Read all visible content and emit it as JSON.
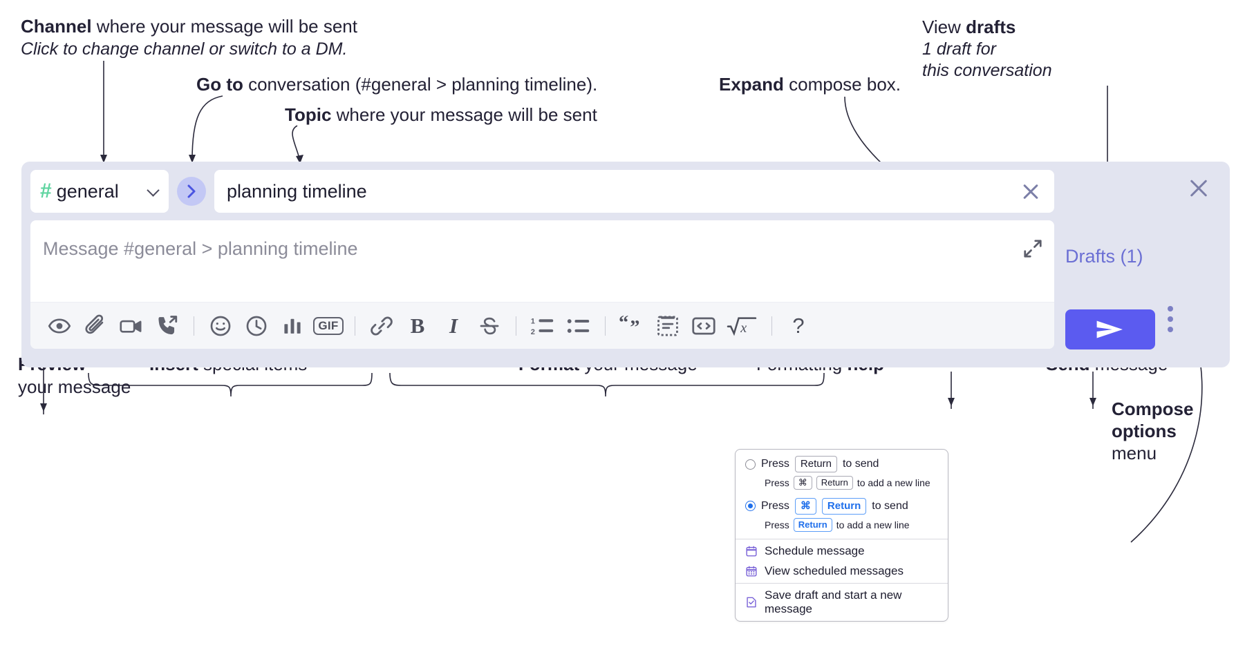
{
  "annotations": {
    "channel": {
      "bold": "Channel",
      "rest": " where your message will be sent",
      "sub": "Click to change channel or switch to a DM."
    },
    "goto": {
      "bold": "Go to",
      "rest": " conversation (#general > planning timeline)."
    },
    "topic": {
      "bold": "Topic",
      "rest": " where your message will be sent"
    },
    "expand": {
      "bold": "Expand",
      "rest": " compose box."
    },
    "drafts": {
      "pre": "View ",
      "bold": "drafts",
      "sub1": "1 draft for",
      "sub2": "this conversation"
    },
    "preview": {
      "bold": "Preview",
      "line2": "your message"
    },
    "insert": {
      "bold": "Insert",
      "rest": " special items"
    },
    "format": {
      "bold": "Format",
      "rest": " your message"
    },
    "formatting_help": {
      "pre": "Formatting ",
      "bold": "help"
    },
    "send": {
      "bold": "Send",
      "rest": " message"
    },
    "compose_options": {
      "bold1": "Compose",
      "bold2": "options",
      "rest": "menu"
    }
  },
  "compose": {
    "channel_name": "general",
    "channel_hash": "#",
    "goto_icon": "chevron-right-icon",
    "topic_value": "planning timeline",
    "message_placeholder": "Message #general > planning timeline",
    "drafts_label": "Drafts (1)",
    "send_icon": "paper-plane-icon",
    "toolbar": [
      {
        "name": "preview-icon",
        "label": "Preview"
      },
      {
        "name": "attachment-icon",
        "label": "Attach file"
      },
      {
        "name": "video-camera-icon",
        "label": "Record video clip"
      },
      {
        "name": "phone-forward-icon",
        "label": "Record audio clip"
      },
      {
        "name": "separator",
        "label": ""
      },
      {
        "name": "emoji-icon",
        "label": "Emoji"
      },
      {
        "name": "clock-icon",
        "label": "Reminder"
      },
      {
        "name": "bar-chart-icon",
        "label": "Poll"
      },
      {
        "name": "gif-icon",
        "label": "GIF"
      },
      {
        "name": "separator",
        "label": ""
      },
      {
        "name": "link-icon",
        "label": "Link"
      },
      {
        "name": "bold-icon",
        "label": "B"
      },
      {
        "name": "italic-icon",
        "label": "I"
      },
      {
        "name": "strikethrough-icon",
        "label": "S"
      },
      {
        "name": "separator",
        "label": ""
      },
      {
        "name": "ordered-list-icon",
        "label": "Ordered list"
      },
      {
        "name": "bulleted-list-icon",
        "label": "Bulleted list"
      },
      {
        "name": "separator",
        "label": ""
      },
      {
        "name": "blockquote-icon",
        "label": "Blockquote"
      },
      {
        "name": "code-block-icon",
        "label": "Code block"
      },
      {
        "name": "inline-code-icon",
        "label": "Code"
      },
      {
        "name": "math-icon",
        "label": "Math"
      },
      {
        "name": "separator",
        "label": ""
      },
      {
        "name": "help-icon",
        "label": "?"
      }
    ]
  },
  "options_menu": {
    "option1": {
      "pre": "Press",
      "key": "Return",
      "post": "to send",
      "sub_pre": "Press",
      "sub_key1": "⌘",
      "sub_key2": "Return",
      "sub_post": "to add a new line",
      "selected": false
    },
    "option2": {
      "pre": "Press",
      "key1": "⌘",
      "key2": "Return",
      "post": "to send",
      "sub_pre": "Press",
      "sub_key": "Return",
      "sub_post": "to add a new line",
      "selected": true
    },
    "items": [
      {
        "icon": "calendar-icon",
        "label": "Schedule message"
      },
      {
        "icon": "calendar-grid-icon",
        "label": "View scheduled messages"
      },
      {
        "icon": "save-draft-icon",
        "label": "Save draft and start a new message"
      }
    ]
  },
  "colors": {
    "panel_bg": "#e2e4f0",
    "accent_purple": "#5b5bf0",
    "drafts_text": "#6b6fd4",
    "hash_green": "#5fd4a0",
    "goto_bg": "#c3c8f5",
    "radio_blue": "#1f6feb"
  }
}
